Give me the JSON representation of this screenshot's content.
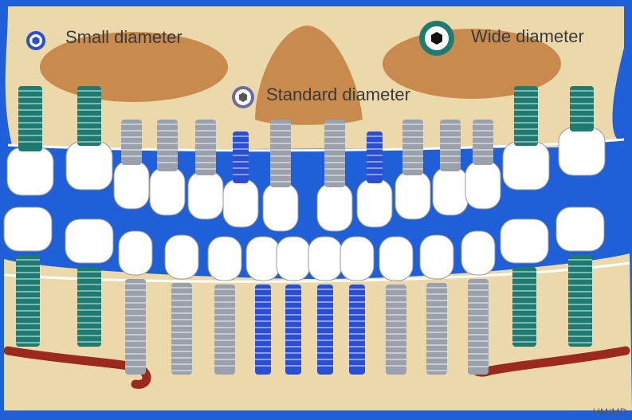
{
  "legend": {
    "small": {
      "label": "Small diameter",
      "color": "#2a4fd0",
      "icon": "small-implant-hex-icon"
    },
    "standard": {
      "label": "Standard diameter",
      "color": "#a8a8c0",
      "icon": "standard-implant-hex-icon"
    },
    "wide": {
      "label": "Wide diameter",
      "color": "#1e7b72",
      "icon": "wide-implant-hex-icon"
    }
  },
  "credit": "HM/MD",
  "colors": {
    "background_blue": "#1f5fd8",
    "bone": "#ecd9ab",
    "sinus": "#c98a4e",
    "tooth": "#ffffff",
    "nerve": "#9b2a1d",
    "implant_small": "#2a4fd0",
    "implant_standard": "#9aa0ac",
    "implant_wide": "#1e7b72"
  },
  "upper_arch_implants": [
    "wide",
    "wide",
    "standard",
    "standard",
    "standard",
    "small",
    "standard",
    "standard",
    "small",
    "standard",
    "standard",
    "standard",
    "wide",
    "wide"
  ],
  "lower_arch_implants": [
    "wide",
    "wide",
    "standard",
    "standard",
    "standard",
    "small",
    "small",
    "small",
    "small",
    "standard",
    "standard",
    "standard",
    "wide",
    "wide"
  ]
}
